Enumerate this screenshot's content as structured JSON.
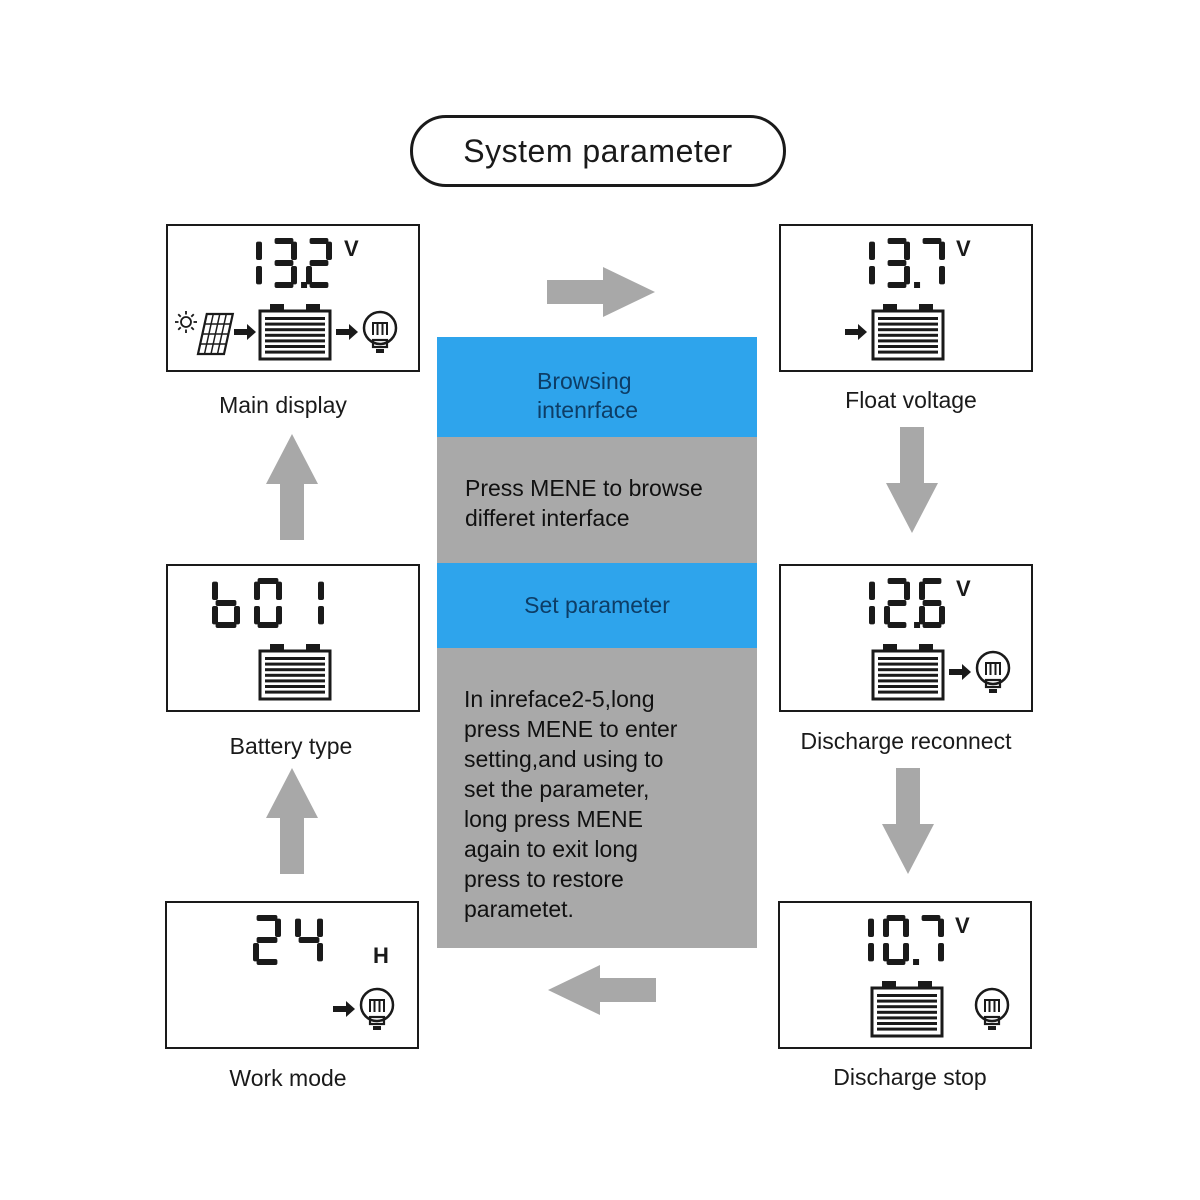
{
  "title": "System parameter",
  "center": {
    "browsing_heading": [
      "Browsing",
      "intenrface"
    ],
    "browsing_text": [
      "Press MENE to browse",
      "differet interface"
    ],
    "set_heading": "Set parameter",
    "set_text": [
      "In inreface2-5,long",
      "press MENE to enter",
      "setting,and using to",
      "set the parameter,",
      "long press MENE",
      "again to exit long",
      "press to restore",
      "parametet."
    ]
  },
  "screens": {
    "main_display": {
      "value": "13.2",
      "unit": "V",
      "caption": "Main display",
      "icons": [
        "sun-icon",
        "solar-panel-icon",
        "battery-icon",
        "lamp-icon"
      ]
    },
    "float_voltage": {
      "value": "13.7",
      "unit": "V",
      "caption": "Float voltage",
      "icons": [
        "battery-icon"
      ]
    },
    "battery_type": {
      "value": "b01",
      "unit": "",
      "caption": "Battery type",
      "icons": [
        "battery-icon"
      ]
    },
    "discharge_reconnect": {
      "value": "12.6",
      "unit": "V",
      "caption": "Discharge reconnect",
      "icons": [
        "battery-icon",
        "lamp-icon"
      ]
    },
    "work_mode": {
      "value": "24",
      "unit": "H",
      "caption": "Work mode",
      "icons": [
        "lamp-icon"
      ]
    },
    "discharge_stop": {
      "value": "10.7",
      "unit": "V",
      "caption": "Discharge stop",
      "icons": [
        "battery-icon",
        "lamp-icon"
      ]
    }
  },
  "colors": {
    "accent_blue": "#2ea4ec",
    "panel_gray": "#a9a9a9",
    "arrow_gray": "#a8a8a8"
  }
}
